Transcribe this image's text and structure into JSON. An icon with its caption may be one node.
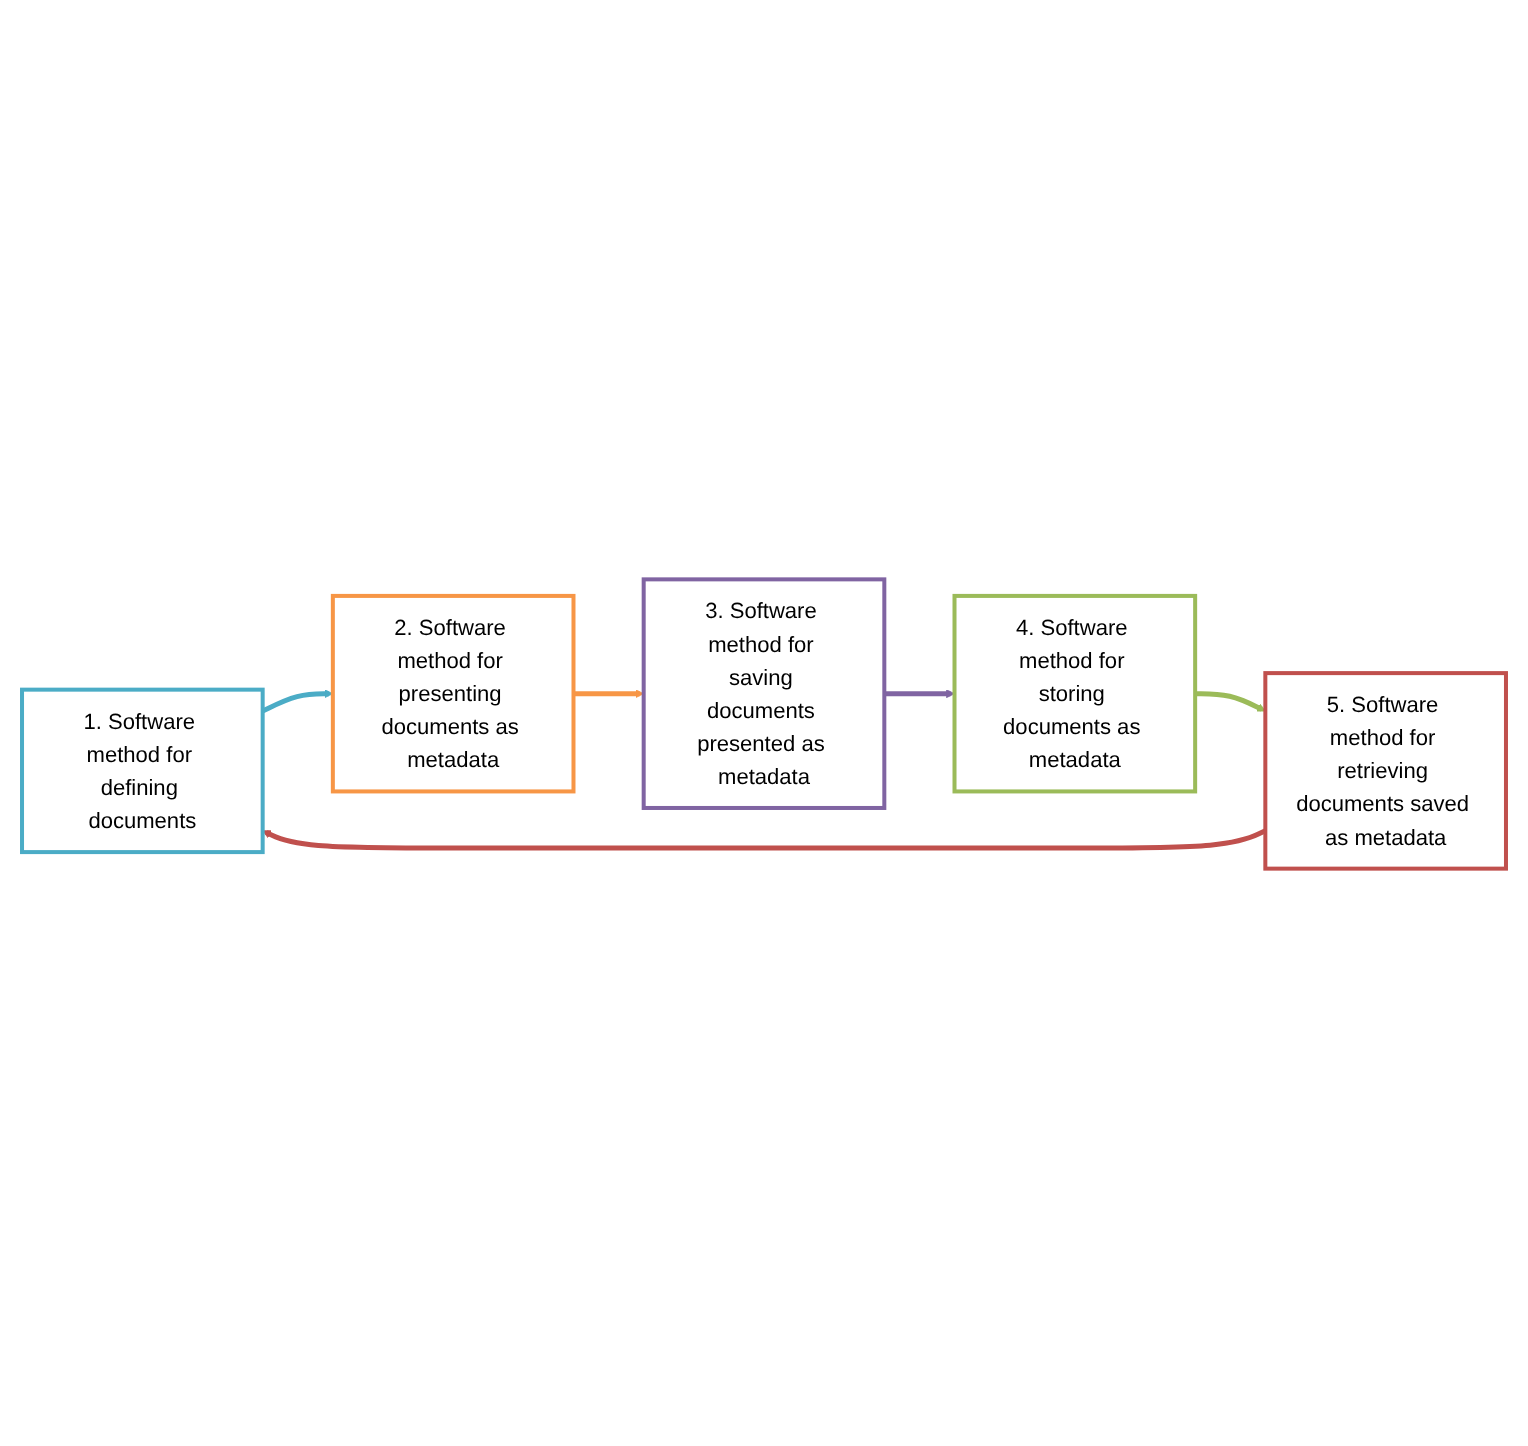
{
  "diagram": {
    "nodes": [
      {
        "text": [
          "1. Software method for defining documents"
        ]
      },
      {
        "text": [
          "2. Software method for presenting documents as metadata"
        ]
      },
      {
        "text": [
          "3. Software method for saving documents presented as metadata"
        ]
      },
      {
        "text": [
          "4. Software method for storing documents as metadata"
        ]
      },
      {
        "text": [
          "5. Software method for retrieving documents saved as metadata"
        ]
      }
    ],
    "edges": [
      {
        "from": 0,
        "to": 1,
        "arrow": "to",
        "color": "#4bacc6"
      },
      {
        "from": 1,
        "to": 2,
        "arrow": "to",
        "color": "#f79646"
      },
      {
        "from": 2,
        "to": 3,
        "arrow": "to",
        "color": "#8064a2"
      },
      {
        "from": 3,
        "to": 4,
        "arrow": "to",
        "color": "#9bbb59"
      },
      {
        "from": 4,
        "to": 0,
        "arrow": "to",
        "color": "#c0504d"
      }
    ]
  }
}
